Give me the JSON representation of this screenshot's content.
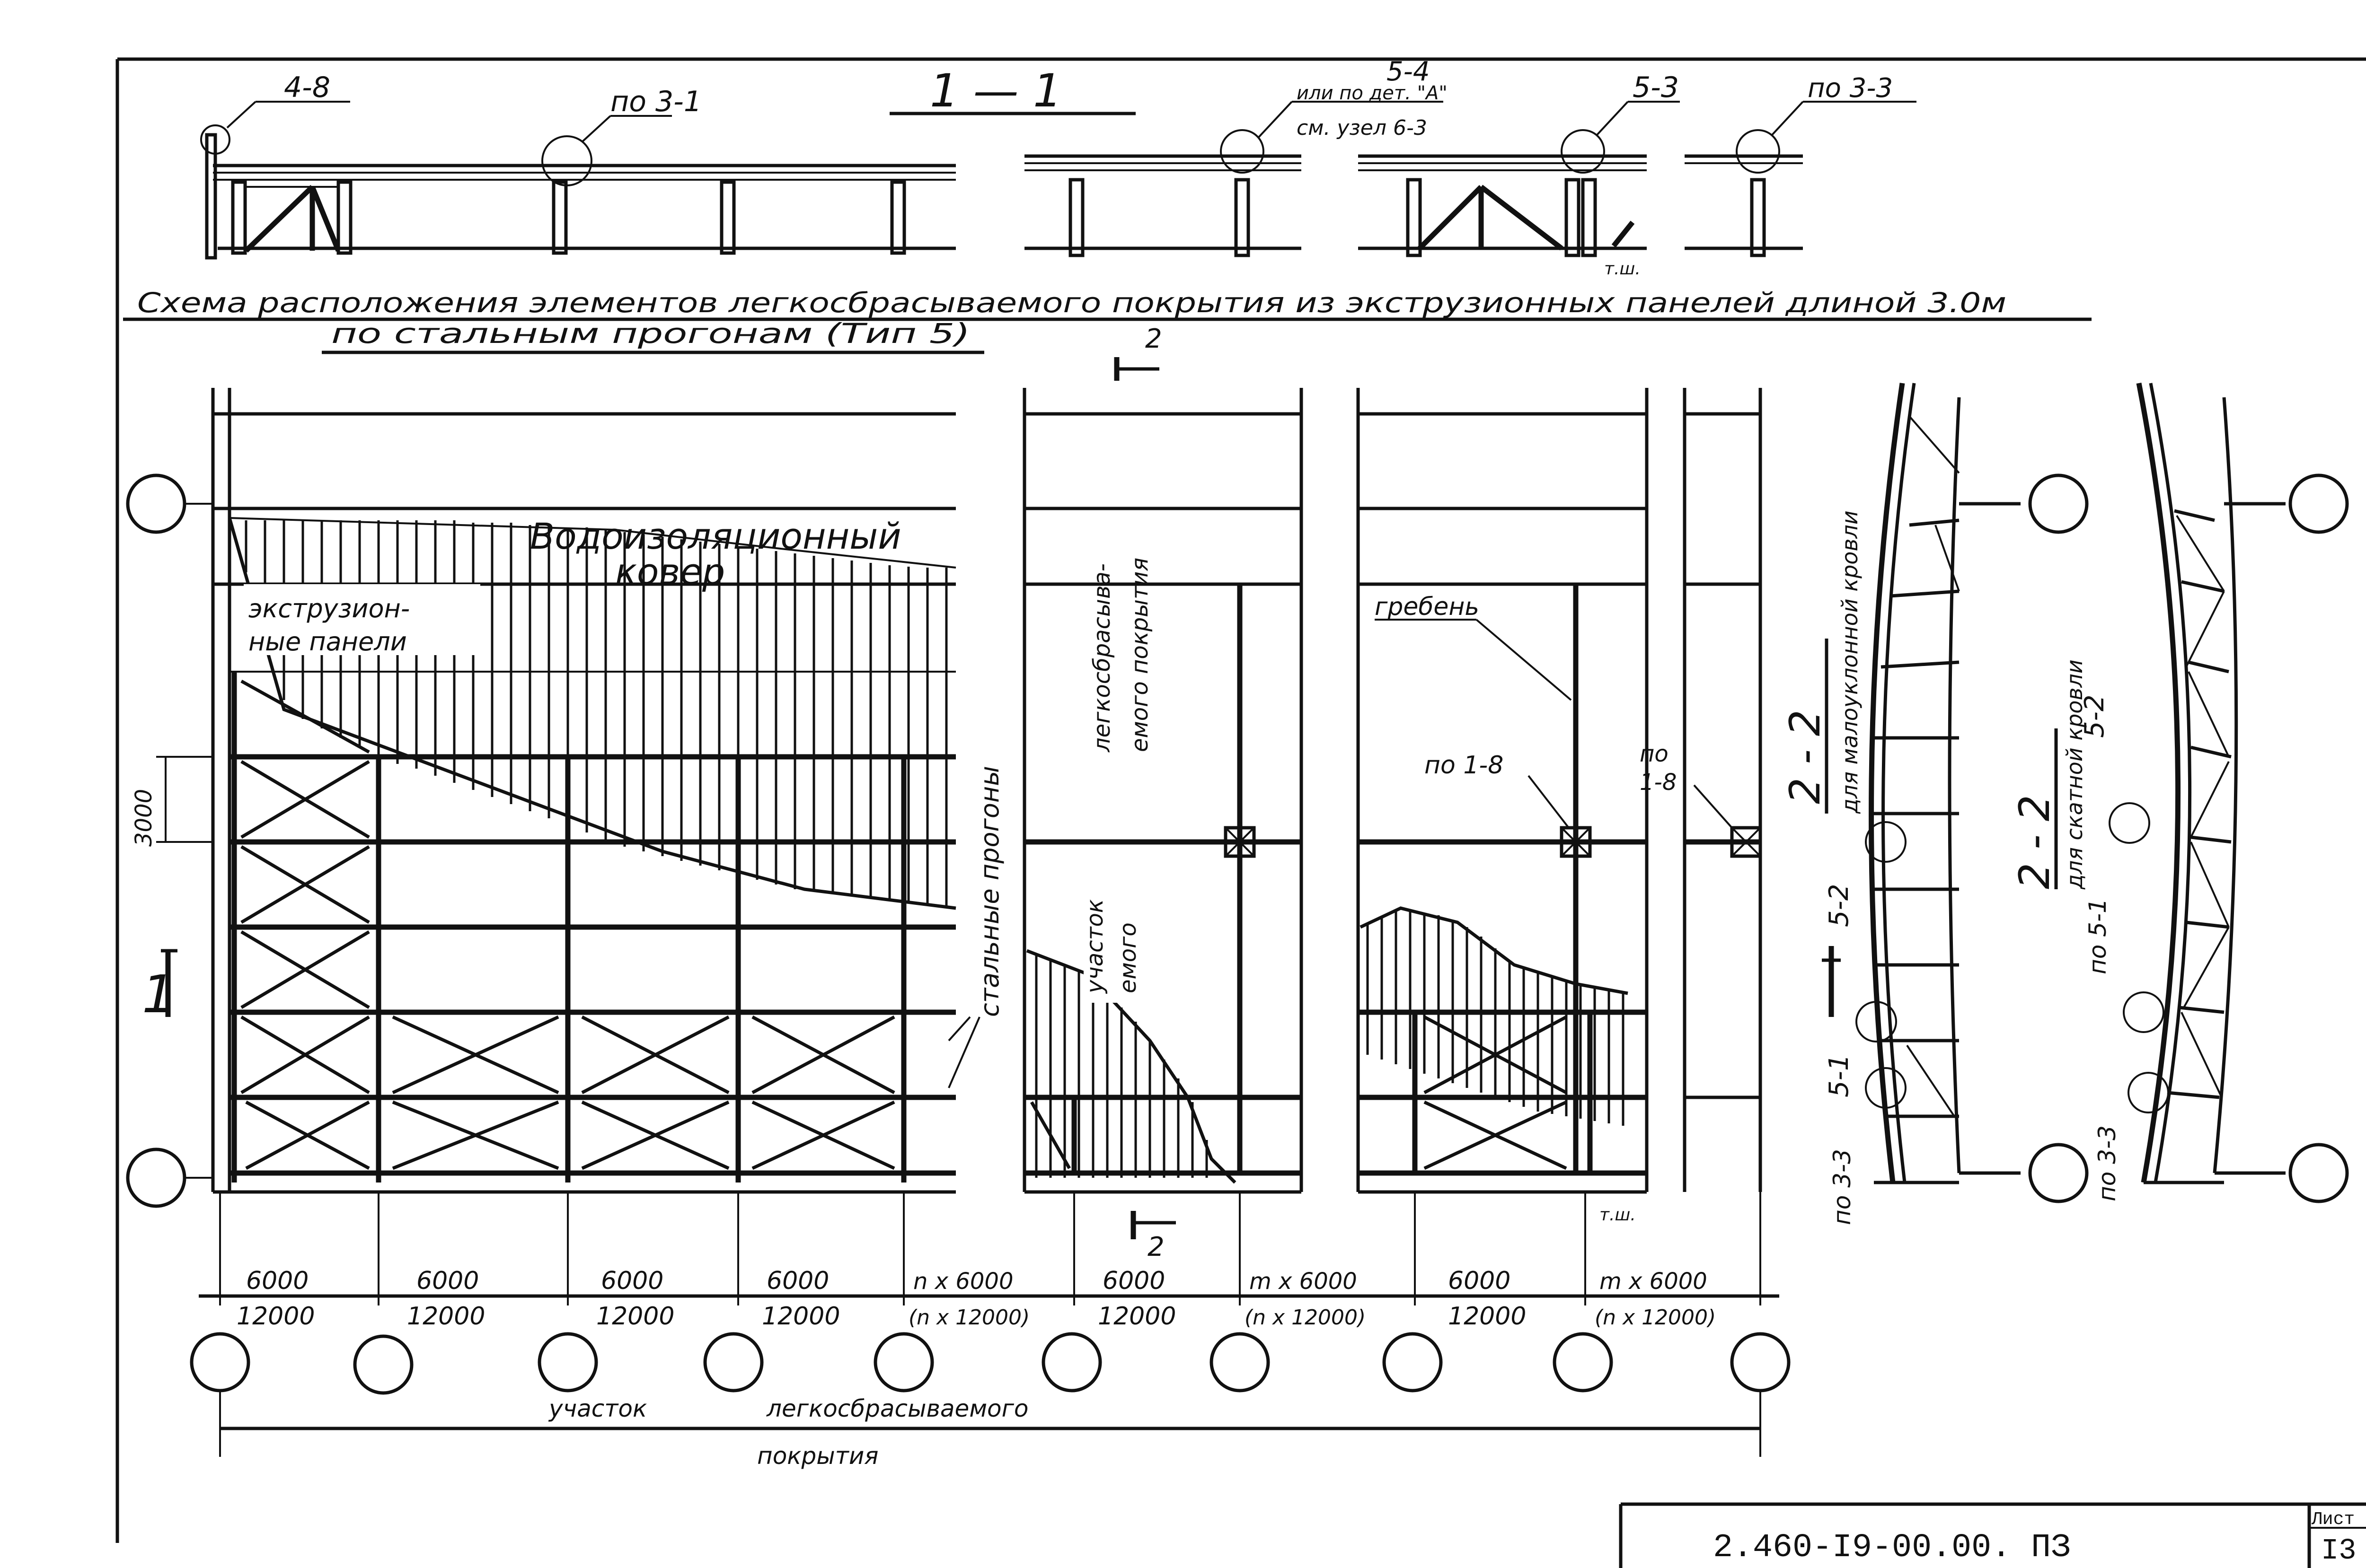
{
  "section_1_1": {
    "mark": "1 — 1",
    "callouts": [
      "4-8",
      "по 3-1",
      "5-4",
      "или по дет. \"А\"",
      "см. узел 6-3",
      "5-3",
      "по 3-3"
    ],
    "tsh": "т.ш."
  },
  "title": {
    "line1": "Схема расположения элементов легкосбрасываемого покрытия из экструзионных панелей длиной 3.0м",
    "line2": "по стальным прогонам (Тип 5)"
  },
  "plan": {
    "waterproofing": [
      "Водоизоляционный",
      "ковер"
    ],
    "extrusion_panels": [
      "экструзион-",
      "ные панели"
    ],
    "steel_purlins": "стальные прогоны",
    "light_area_vertical": [
      "легкосбрасыва-",
      "емого покрытия"
    ],
    "uchastok_vertical": [
      "участок",
      "емого"
    ],
    "ridge": "гребень",
    "po18_a": "по 1-8",
    "po18_b": [
      "по",
      "1-8"
    ],
    "dim_3000": "3000",
    "section_mark_1": "1",
    "section_mark_2": "2",
    "tsh": "т.ш."
  },
  "dimensions": {
    "top_row": [
      "6000",
      "6000",
      "6000",
      "6000",
      "n x 6000",
      "6000",
      "m x 6000",
      "6000",
      "m x 6000"
    ],
    "bottom_row": [
      "12000",
      "12000",
      "12000",
      "12000",
      "(n x 12000)",
      "12000",
      "(n x 12000)",
      "12000",
      "(n x 12000)"
    ],
    "area_label": [
      "участок",
      "легкосбрасываемого",
      "покрытия"
    ]
  },
  "section_2_2_low": {
    "mark": "2 - 2",
    "caption": "для малоуклонной кровли",
    "callouts": [
      "5-2",
      "5-1",
      "по 3-3"
    ]
  },
  "section_2_2_pitched": {
    "mark": "2 - 2",
    "caption": "для скатной кровли",
    "callouts": [
      "5-2",
      "по 5-1",
      "по 3-3"
    ]
  },
  "title_block": {
    "code": "2.460-I9-00.00. ПЗ",
    "sheet_label": "Лист",
    "sheet_number": "I3"
  }
}
